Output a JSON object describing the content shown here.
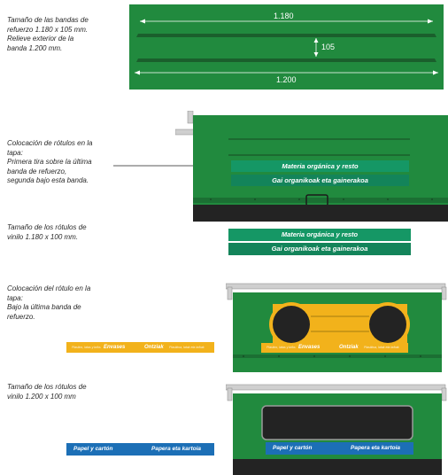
{
  "captions": {
    "c1": "Tamaño de las bandas de\nrefuerzo 1.180 x 105 mm.\nRelieve exterior de la\nbanda 1.200 mm.",
    "c2": "Colocación de rótulos en la\ntapa:\nPrimera tira sobre la última\nbanda de refuerzo,\nsegunda bajo esta banda.",
    "c3": "Tamaño de los rótulos de\nvinilo 1.180 x 100 mm.",
    "c4": "Colocación del rótulo en la\ntapa:\nBajo la última banda de\nrefuerzo.",
    "c5": "Tamaño de los rótulos de\nvinilo 1.200 x 100 mm"
  },
  "dimensions": {
    "top": "1.180",
    "height": "105",
    "bottom": "1.200"
  },
  "labels": {
    "organic_es": "Materia orgánica y resto",
    "organic_eu": "Gai organikoak eta gainerakoa",
    "envases_es": "Envases",
    "envases_es_small": "Plastico, latas y briks",
    "envases_eu": "Ontziak",
    "envases_eu_small": "Plastikoa, latak eta brikak",
    "paper_es": "Papel y cartón",
    "paper_eu": "Papera eta kartoia"
  },
  "colors": {
    "container_green": "#218a3e",
    "organic_label": "#159765",
    "envases_label": "#f2b21b",
    "paper_label": "#1c6fb6"
  }
}
